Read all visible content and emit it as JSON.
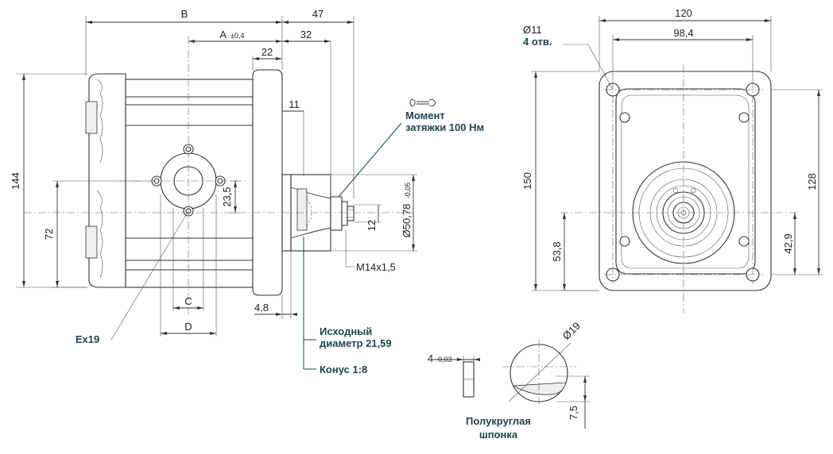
{
  "side_view": {
    "dim_B": "B",
    "dim_47": "47",
    "dim_A": "A",
    "dim_A_tol": "±0,4",
    "dim_32": "32",
    "dim_22": "22",
    "dim_11": "11",
    "dim_144": "144",
    "dim_72": "72",
    "dim_23_5": "23,5",
    "dim_C": "C",
    "dim_D": "D",
    "dim_4_8": "4,8",
    "dim_12": "12",
    "dim_shaft_dia": "Ø50,78",
    "dim_shaft_tol": "-0,05",
    "thread": "M14x1,5",
    "port": "Ex19"
  },
  "notes": {
    "torque_line1": "Момент",
    "torque_line2": "затяжки 100 Нм",
    "pitch_line1": "Исходный",
    "pitch_line2": "диаметр 21,59",
    "cone": "Конус 1:8",
    "key_line1": "Полукруглая",
    "key_line2": "шпонка"
  },
  "front_view": {
    "dim_120": "120",
    "dim_98_4": "98,4",
    "hole_dia": "Ø11",
    "hole_count": "4 отв.",
    "dim_150": "150",
    "dim_128": "128",
    "dim_53_8": "53,8",
    "dim_42_9": "42,9"
  },
  "key_view": {
    "dim_width": "4",
    "dim_width_tol": "-0,03",
    "dim_dia": "Ø19",
    "dim_height": "7,5"
  },
  "colors": {
    "line": "#333333",
    "note_text": "#1d4452"
  }
}
